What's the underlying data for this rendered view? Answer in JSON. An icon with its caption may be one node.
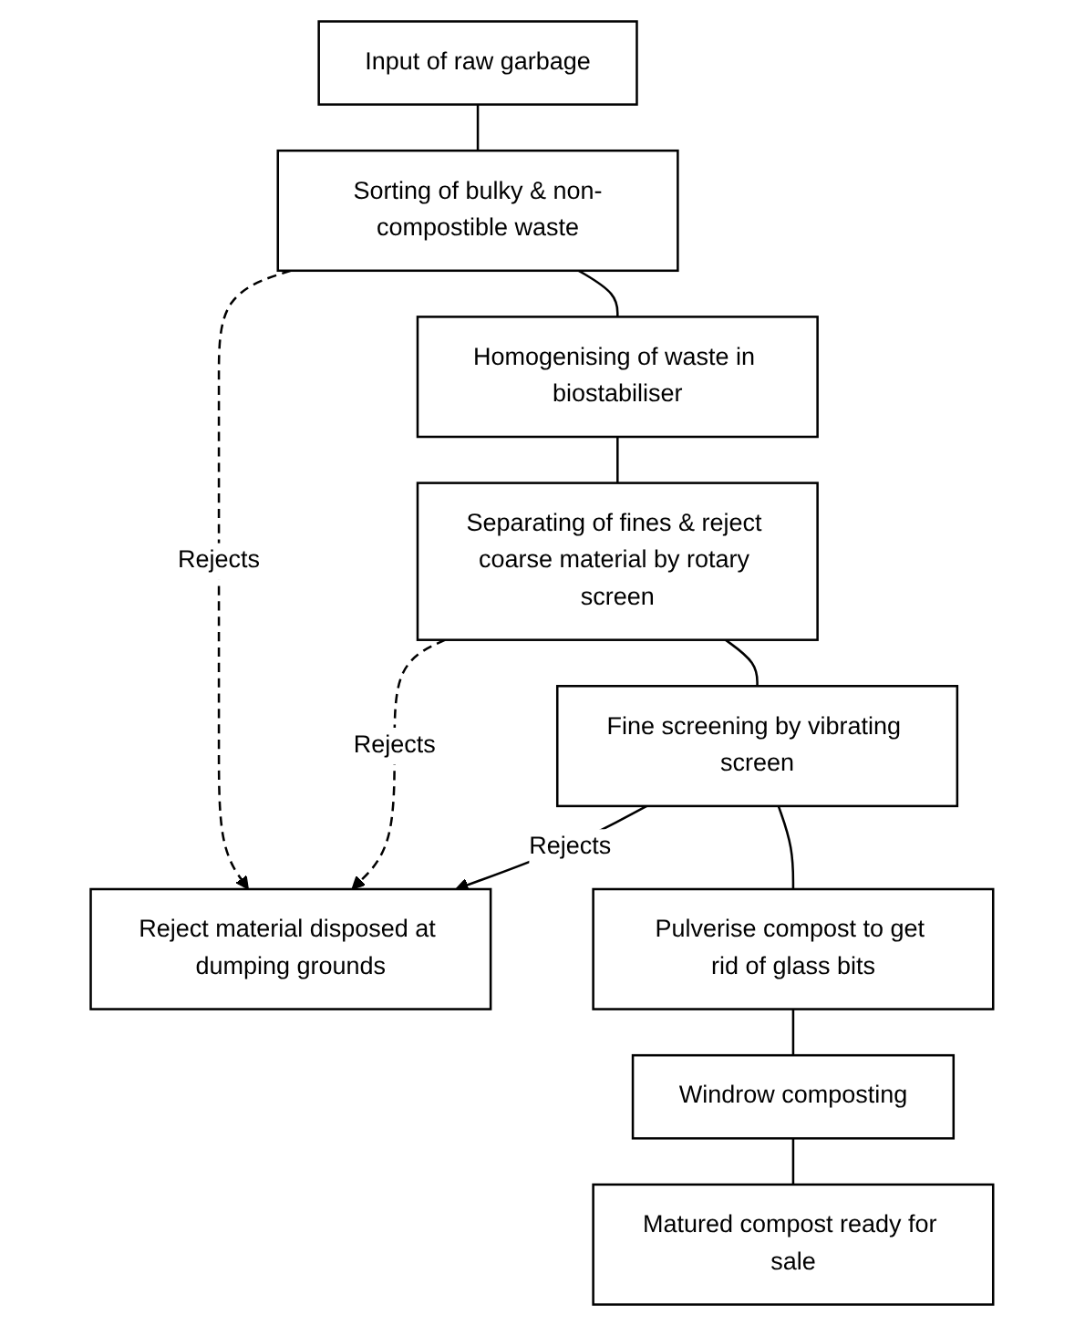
{
  "diagram": {
    "nodes": [
      {
        "text": [
          "Input of raw garbage"
        ]
      },
      {
        "text": [
          "Sorting of bulky & non-compostible waste"
        ]
      },
      {
        "text": [
          "Homogenising of waste in biostabiliser"
        ]
      },
      {
        "text": [
          "Separating of fines & reject coarse material by rotary screen"
        ]
      },
      {
        "text": [
          "Fine screening by vibrating screen"
        ]
      },
      {
        "text": [
          "Reject material disposed at dumping grounds"
        ]
      },
      {
        "text": [
          "Pulverise compost to get rid of glass bits"
        ]
      },
      {
        "text": [
          "Windrow composting"
        ]
      },
      {
        "text": [
          "Matured compost ready for sale"
        ]
      }
    ],
    "edges": [
      {
        "from": 0,
        "to": 1,
        "arrow": "none"
      },
      {
        "from": 1,
        "to": 2,
        "arrow": "none"
      },
      {
        "from": 2,
        "to": 3,
        "arrow": "none"
      },
      {
        "from": 3,
        "to": 4,
        "arrow": "none"
      },
      {
        "from": 1,
        "to": 5,
        "arrow": "to",
        "label": "Rejects",
        "style": "dashed"
      },
      {
        "from": 3,
        "to": 5,
        "arrow": "to",
        "label": "Rejects",
        "style": "dashed"
      },
      {
        "from": 4,
        "to": 5,
        "arrow": "to",
        "label": "Rejects"
      },
      {
        "from": 4,
        "to": 6,
        "arrow": "none"
      },
      {
        "from": 6,
        "to": 7,
        "arrow": "none"
      },
      {
        "from": 7,
        "to": 8,
        "arrow": "none"
      }
    ]
  }
}
